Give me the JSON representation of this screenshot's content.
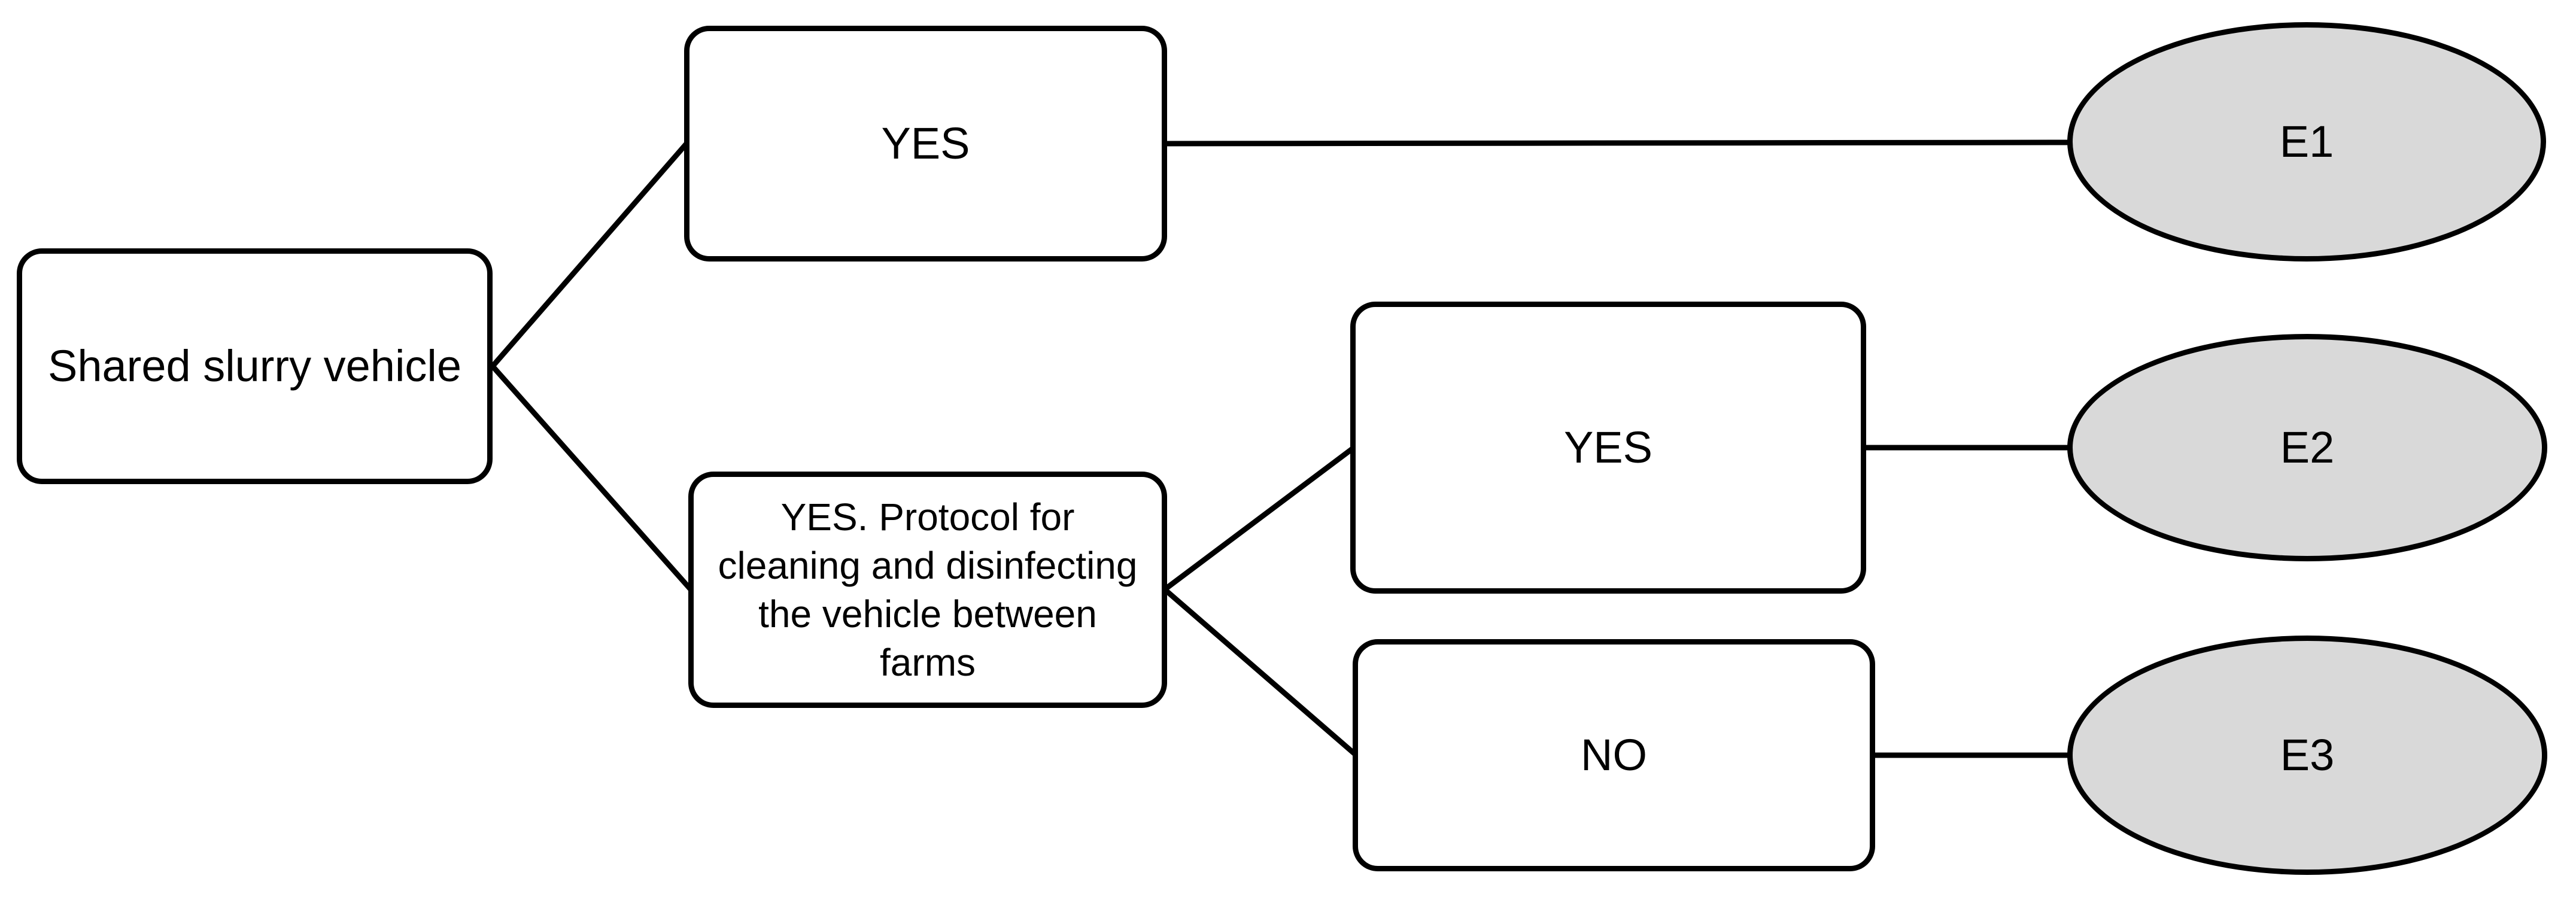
{
  "figure": {
    "type": "decision-tree",
    "background": "#ffffff",
    "stroke_color": "#000000",
    "decision_fill": "#ffffff",
    "outcome_fill": "#d9d9d9",
    "nodes": {
      "root": {
        "label": "Shared slurry vehicle"
      },
      "yes_direct": {
        "label": "YES"
      },
      "yes_protocol": {
        "label": "YES. Protocol for cleaning and disinfecting the vehicle between farms",
        "lines": [
          "YES. Protocol for",
          "cleaning and disinfecting",
          "the vehicle between",
          "farms"
        ]
      },
      "protocol_yes": {
        "label": "YES"
      },
      "protocol_no": {
        "label": "NO"
      },
      "e1": {
        "label": "E1"
      },
      "e2": {
        "label": "E2"
      },
      "e3": {
        "label": "E3"
      }
    },
    "edges": [
      {
        "from": "root",
        "to": "yes_direct"
      },
      {
        "from": "root",
        "to": "yes_protocol"
      },
      {
        "from": "yes_direct",
        "to": "e1"
      },
      {
        "from": "yes_protocol",
        "to": "protocol_yes"
      },
      {
        "from": "yes_protocol",
        "to": "protocol_no"
      },
      {
        "from": "protocol_yes",
        "to": "e2"
      },
      {
        "from": "protocol_no",
        "to": "e3"
      }
    ]
  }
}
